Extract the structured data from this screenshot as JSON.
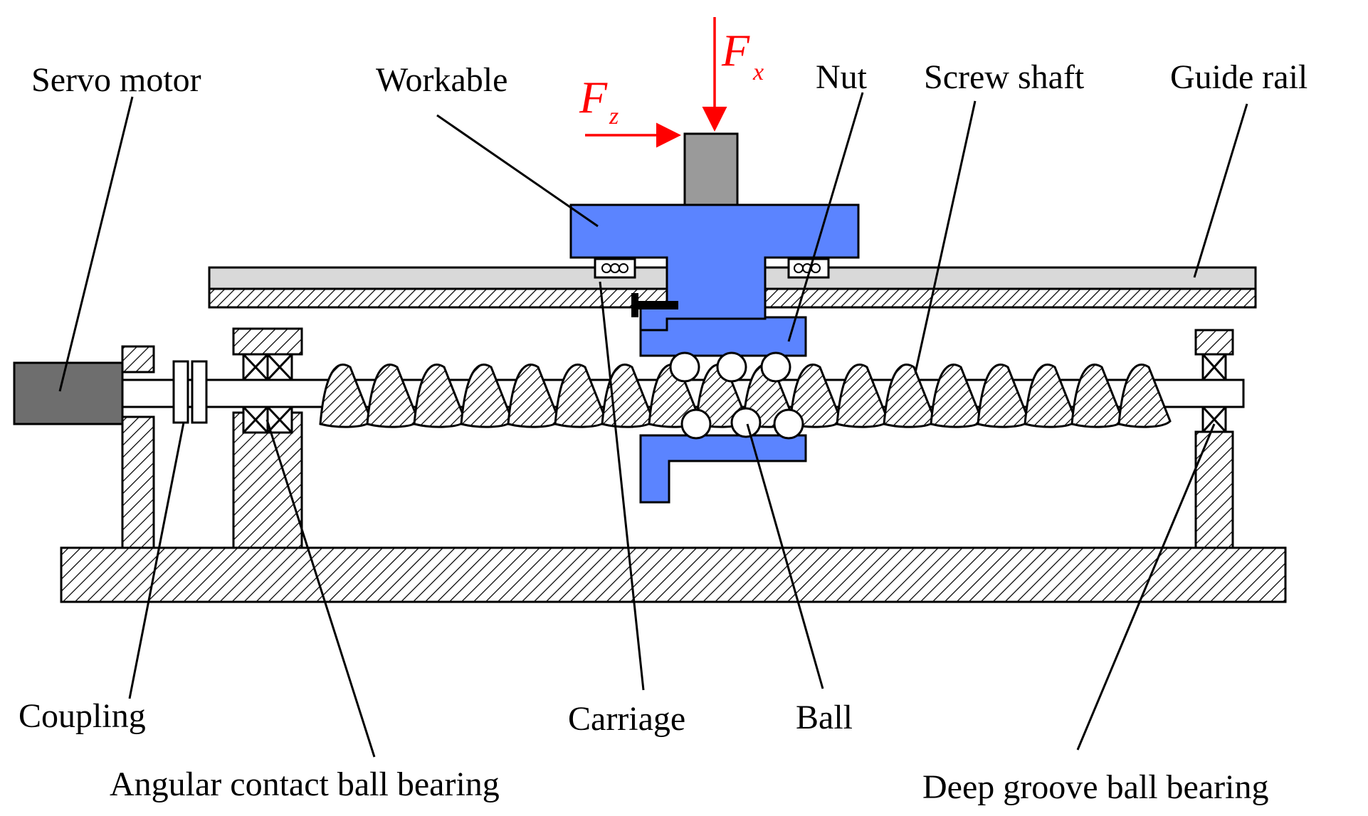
{
  "labels": {
    "servo_motor": "Servo motor",
    "workable": "Workable",
    "nut": "Nut",
    "screw_shaft": "Screw shaft",
    "guide_rail": "Guide rail",
    "coupling": "Coupling",
    "carriage": "Carriage",
    "ball": "Ball",
    "angular_bearing": "Angular contact ball bearing",
    "deep_groove_bearing": "Deep groove ball bearing"
  },
  "forces": {
    "fx_main": "F",
    "fx_sub": "x",
    "fz_main": "F",
    "fz_sub": "z"
  },
  "colors": {
    "table_blue": "#5b84ff",
    "force_red": "#ff0000",
    "motor_gray": "#6e6e6e",
    "tool_gray": "#9a9a9a",
    "rail_gray": "#d9d9d9"
  }
}
